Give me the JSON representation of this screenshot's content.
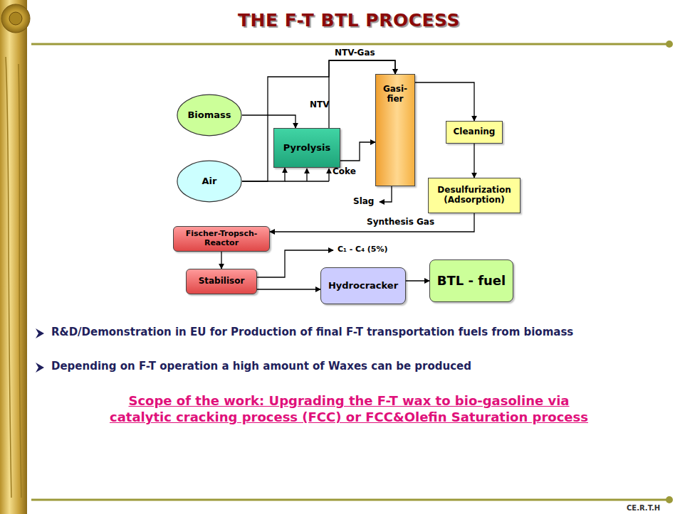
{
  "diagram": {
    "title": "THE F-T BTL PROCESS",
    "nodes": [
      {
        "text": [
          "Biomass"
        ]
      },
      {
        "text": [
          "Air"
        ]
      },
      {
        "text": [
          "Pyrolysis"
        ]
      },
      {
        "text": [
          "Gasi- fier"
        ]
      },
      {
        "text": [
          "Cleaning"
        ]
      },
      {
        "text": [
          "Desulfurization (Adsorption)"
        ]
      },
      {
        "text": [
          "Fischer-Tropsch- Reactor"
        ]
      },
      {
        "text": [
          "Stabilisor"
        ]
      },
      {
        "text": [
          "Hydrocracker"
        ]
      },
      {
        "text": [
          "BTL - fuel"
        ]
      }
    ],
    "edges": [
      {
        "from": 0,
        "to": 2,
        "arrow": "to",
        "label": "NTV"
      },
      {
        "from": 1,
        "to": 2,
        "arrow": "to"
      },
      {
        "from": 1,
        "to": 3,
        "arrow": "to"
      },
      {
        "from": 2,
        "to": 3,
        "arrow": "to",
        "label": "NTV-Gas"
      },
      {
        "from": 2,
        "to": 3,
        "arrow": "to",
        "label": "Coke"
      },
      {
        "from": 3,
        "to": 4,
        "arrow": "to"
      },
      {
        "from": 4,
        "to": 5,
        "arrow": "to"
      },
      {
        "from": 5,
        "to": 6,
        "arrow": "to",
        "label": "Synthesis Gas"
      },
      {
        "from": 6,
        "to": 7,
        "arrow": "to"
      },
      {
        "from": 7,
        "to": 8,
        "arrow": "to"
      },
      {
        "from": 8,
        "to": 9,
        "arrow": "to"
      }
    ],
    "labels": [
      "Slag",
      "C₁ - C₄ (5%)",
      "R&D/Demonstration in EU for Production of final F-T transportation fuels from biomass",
      "Depending on F-T operation a high amount of Waxes can be produced",
      "Scope of the work: Upgrading the F-T wax to bio-gasoline via catalytic cracking process (FCC) or FCC&Olefin Saturation process",
      "CE.R.T.H"
    ]
  }
}
